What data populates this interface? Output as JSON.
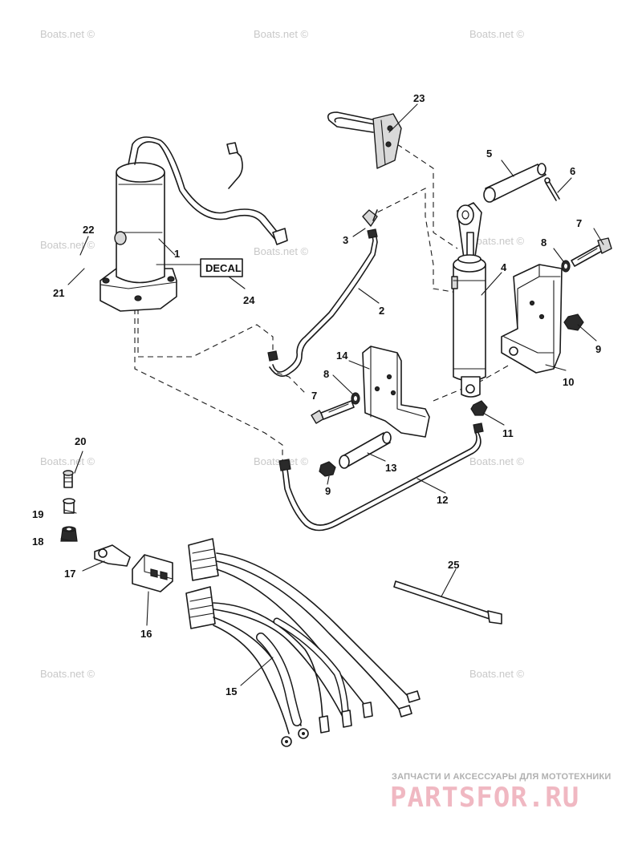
{
  "watermarks": [
    "Boats.net ©",
    "Boats.net ©",
    "Boats.net ©",
    "Boats.net ©",
    "Boats.net ©",
    "Boats.net ©",
    "Boats.net ©",
    "Boats.net ©",
    "Boats.net ©",
    "Boats.net ©",
    "Boats.net ©"
  ],
  "decal_label": "DECAL",
  "part_numbers": [
    "23",
    "5",
    "6",
    "7",
    "8",
    "22",
    "1",
    "3",
    "4",
    "21",
    "24",
    "2",
    "9",
    "14",
    "8",
    "10",
    "7",
    "11",
    "20",
    "13",
    "9",
    "12",
    "19",
    "18",
    "25",
    "17",
    "16",
    "15"
  ],
  "footer": {
    "tagline": "ЗАПЧАСТИ И АКСЕССУАРЫ ДЛЯ МОТОТЕХНИКИ",
    "brand": "PARTSFOR.RU",
    "brand_color": "#f0b8c2"
  }
}
